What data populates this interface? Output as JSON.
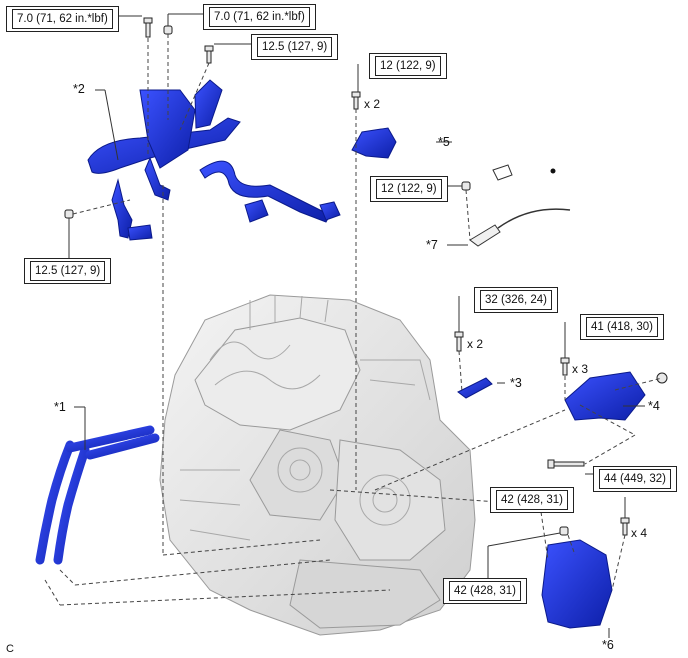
{
  "torque_labels": {
    "t1": "7.0 (71, 62 in.*lbf)",
    "t2": "7.0 (71, 62 in.*lbf)",
    "t3": "12.5 (127, 9)",
    "t4": "12 (122, 9)",
    "t5": "12 (122, 9)",
    "t6": "12.5 (127, 9)",
    "t7": "32 (326, 24)",
    "t8": "41 (418, 30)",
    "t9": "44 (449, 32)",
    "t10": "42 (428, 31)",
    "t11": "42 (428, 31)"
  },
  "callouts": {
    "c1": "*1",
    "c2": "*2",
    "c3": "*3",
    "c4": "*4",
    "c5": "*5",
    "c6": "*6",
    "c7": "*7"
  },
  "quantities": {
    "q5": "x 2",
    "q3": "x 2",
    "q4": "x 3",
    "q6": "x 4"
  },
  "figure_code": "C",
  "colors": {
    "part_blue": "#1a2fd6",
    "part_dark": "#0b1a8a",
    "engine_gray": "#e6e6e6",
    "line": "#333333"
  }
}
